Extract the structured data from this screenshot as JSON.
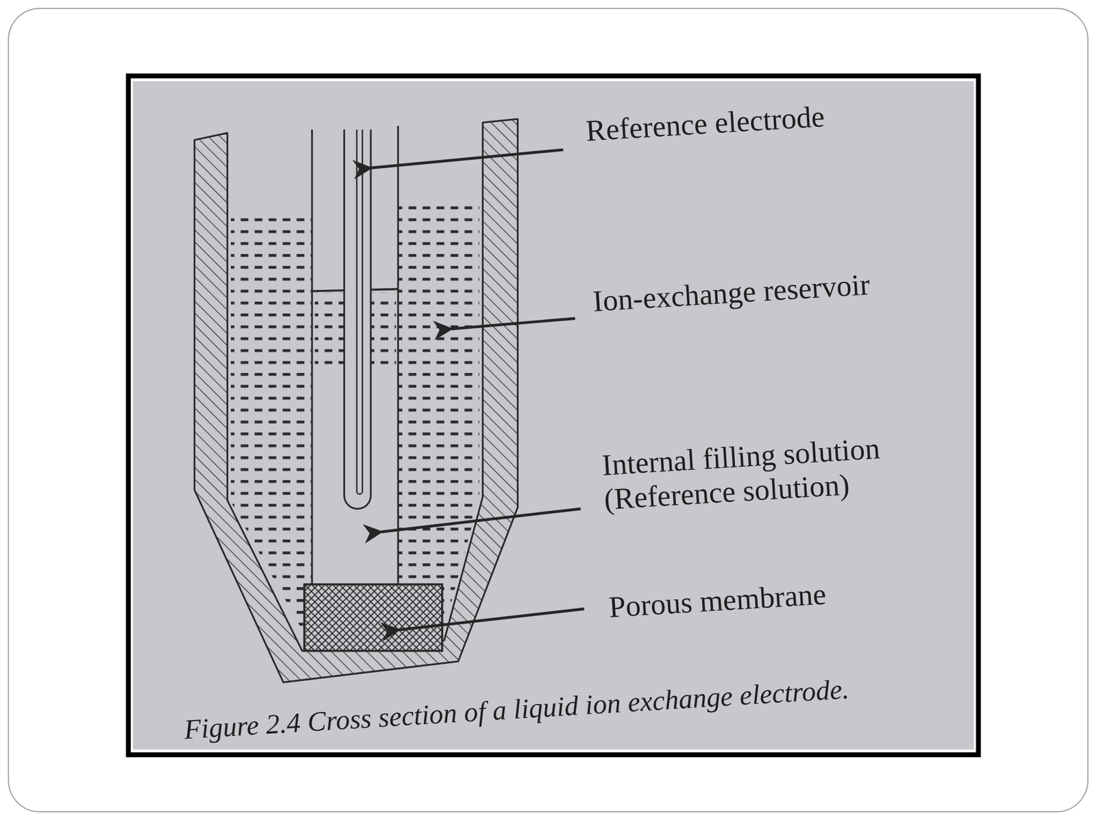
{
  "diagram": {
    "caption": "Figure 2.4 Cross section of a liquid ion exchange electrode.",
    "labels": [
      "Reference electrode",
      "Ion-exchange reservoir",
      "Internal filling solution (Reference solution)",
      "Porous membrane"
    ]
  }
}
